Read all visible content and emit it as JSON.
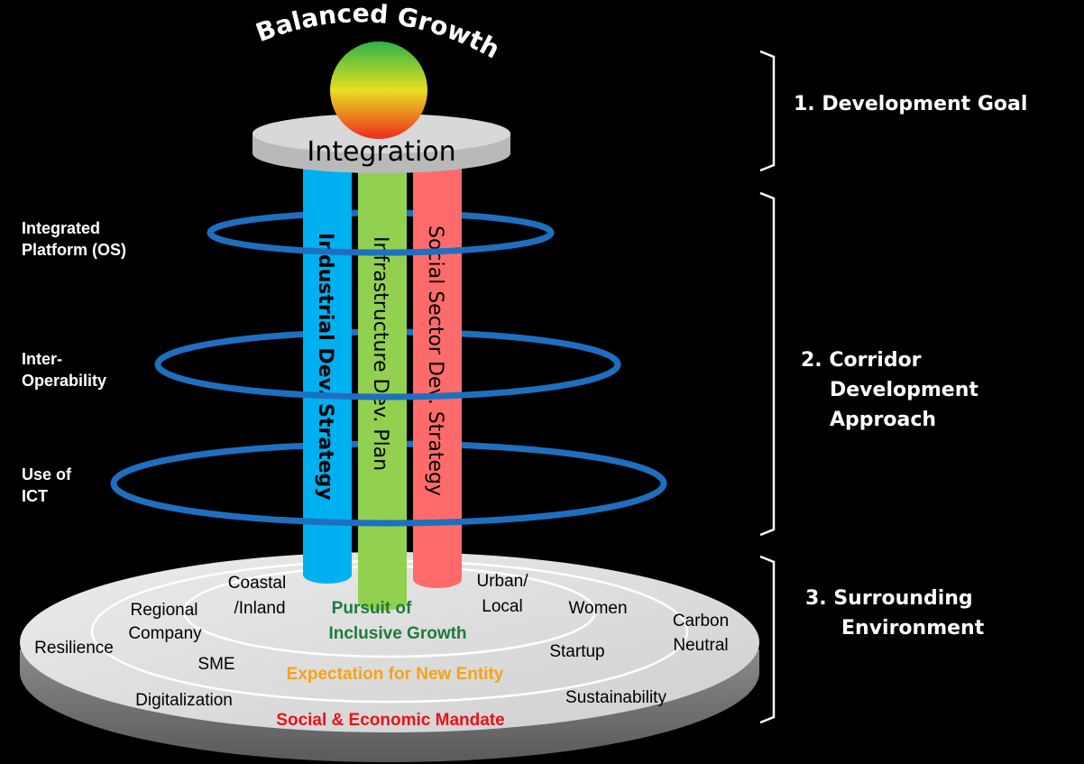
{
  "goal": {
    "title": "Balanced Growth",
    "platform": "Integration"
  },
  "pillars": [
    {
      "label": "Industrial Dev. Strategy",
      "color": "#00b0f0"
    },
    {
      "label": "Infrastructure Dev. Plan",
      "color": "#92d050"
    },
    {
      "label": "Social Sector Dev. Strategy",
      "color": "#ff6b6b"
    }
  ],
  "rings": [
    {
      "line1": "Integrated",
      "line2": "Platform (OS)"
    },
    {
      "line1": "Inter-",
      "line2": "Operability"
    },
    {
      "line1": "Use of",
      "line2": "ICT"
    }
  ],
  "base": {
    "inner_title": {
      "line1": "Pursuit of",
      "line2": "Inclusive Growth"
    },
    "middle_title": "Expectation for New Entity",
    "outer_title": "Social & Economic Mandate",
    "inner_items": [
      {
        "line1": "Coastal",
        "line2": "/Inland"
      },
      {
        "line1": "Urban/",
        "line2": "Local"
      }
    ],
    "middle_items": [
      "Regional",
      "Company",
      "SME",
      "Women",
      "Startup"
    ],
    "outer_items": [
      "Resilience",
      "Digitalization",
      "Carbon",
      "Neutral",
      "Sustainability"
    ]
  },
  "sections": [
    {
      "title": "1. Development Goal"
    },
    {
      "line1": "2. Corridor",
      "line2": "Development",
      "line3": "Approach"
    },
    {
      "line1": "3. Surrounding",
      "line2": "Environment"
    }
  ],
  "colors": {
    "ring": "#1f6fc0",
    "inclusive": "#1f7a3c",
    "new_entity": "#f5a21b",
    "mandate": "#e8121a",
    "disk": "#d4d4d4"
  }
}
